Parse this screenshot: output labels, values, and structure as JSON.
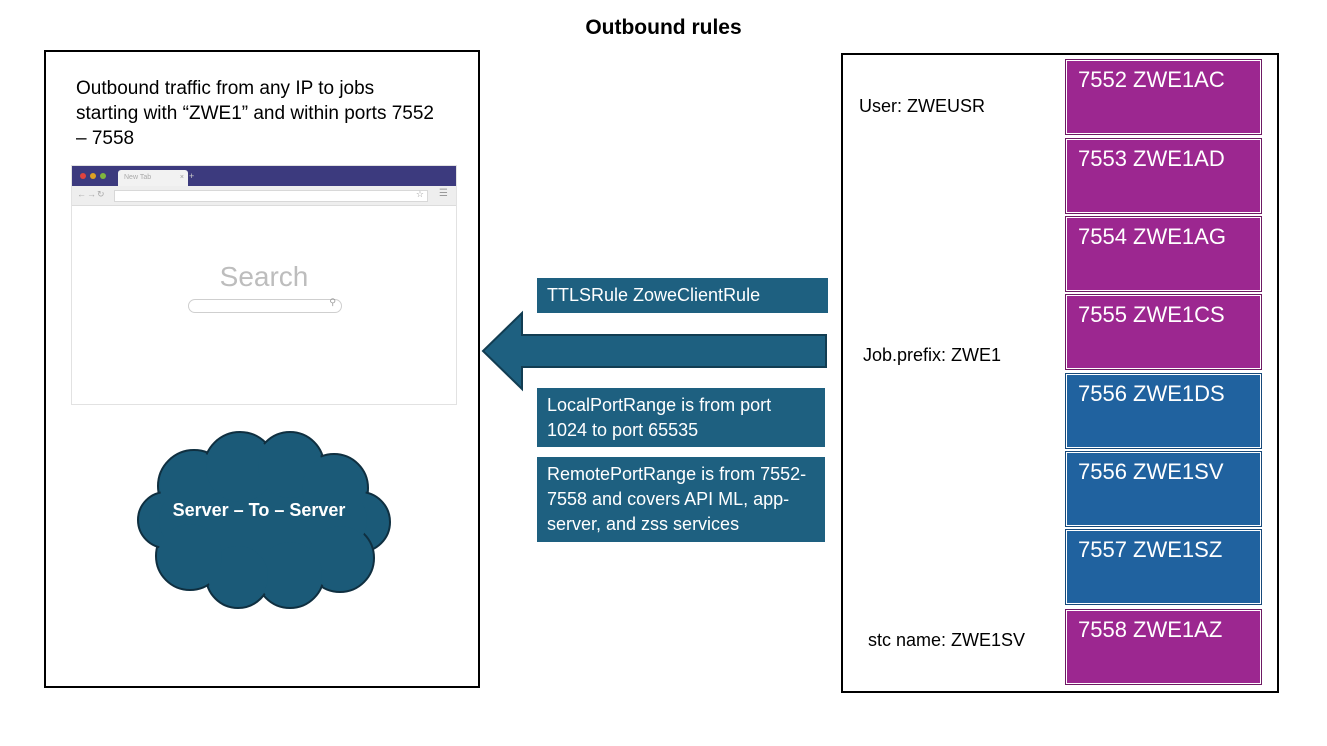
{
  "title": "Outbound rules",
  "left_panel": {
    "description": "Outbound traffic from any IP to jobs starting with “ZWE1” and within ports 7552 – 7558",
    "browser": {
      "tab_label": "New Tab",
      "search_text": "Search"
    },
    "cloud_label": "Server – To – Server"
  },
  "rule_label": "TTLSRule ZoweClientRule",
  "local_port_range": "LocalPortRange is from port 1024 to port 65535",
  "remote_port_range": "RemotePortRange is from 7552-7558 and covers API ML, app-server, and zss services",
  "right_panel": {
    "user_label": "User: ZWEUSR",
    "job_prefix_label": "Job.prefix: ZWE1",
    "stc_label": "stc name: ZWE1SV",
    "jobs": [
      {
        "label": "7552 ZWE1AC",
        "color": "#9c2790"
      },
      {
        "label": "7553 ZWE1AD",
        "color": "#9c2790"
      },
      {
        "label": "7554 ZWE1AG",
        "color": "#9c2790"
      },
      {
        "label": "7555 ZWE1CS",
        "color": "#9c2790"
      },
      {
        "label": "7556 ZWE1DS",
        "color": "#20629f"
      },
      {
        "label": "7556 ZWE1SV",
        "color": "#20629f"
      },
      {
        "label": "7557 ZWE1SZ",
        "color": "#20629f"
      },
      {
        "label": "7558 ZWE1AZ",
        "color": "#9c2790"
      }
    ]
  },
  "colors": {
    "teal": "#1e6080",
    "purple": "#9c2790",
    "blue": "#20629f"
  }
}
